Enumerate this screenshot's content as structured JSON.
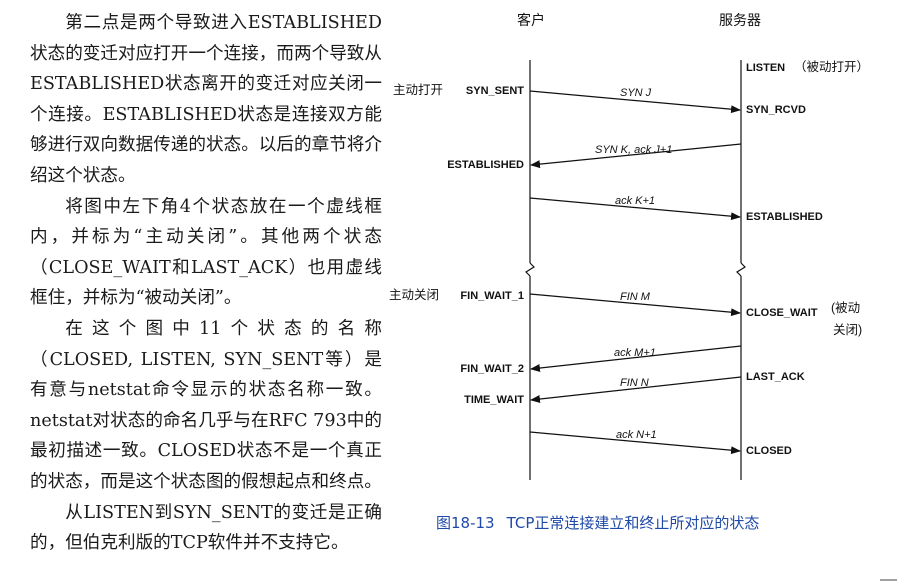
{
  "body_text": {
    "paragraphs": [
      "第二点是两个导致进入ESTABLISHED状态的变迁对应打开一个连接，而两个导致从ESTABLISHED状态离开的变迁对应关闭一个连接。ESTABLISHED状态是连接双方能够进行双向数据传递的状态。以后的章节将介绍这个状态。",
      "将图中左下角4个状态放在一个虚线框内，并标为“主动关闭”。其他两个状态（CLOSE_WAIT和LAST_ACK）也用虚线框住，并标为“被动关闭”。",
      "在这个图中11个状态的名称（CLOSED, LISTEN, SYN_SENT等）是有意与netstat命令显示的状态名称一致。netstat对状态的命名几乎与在RFC 793中的最初描述一致。CLOSED状态不是一个真正的状态，而是这个状态图的假想起点和终点。",
      "从LISTEN到SYN_SENT的变迁是正确的，但伯克利版的TCP软件并不支持它。"
    ]
  },
  "diagram": {
    "client_header": "客户",
    "server_header": "服务器",
    "labels": {
      "active_open": "主动打开",
      "active_close": "主动关闭",
      "passive_open": "（被动打开）",
      "passive_close_1": "(被动",
      "passive_close_2": "关闭)"
    },
    "client_states": {
      "syn_sent": "SYN_SENT",
      "established": "ESTABLISHED",
      "fin_wait_1": "FIN_WAIT_1",
      "fin_wait_2": "FIN_WAIT_2",
      "time_wait": "TIME_WAIT"
    },
    "server_states": {
      "listen": "LISTEN",
      "syn_rcvd": "SYN_RCVD",
      "established": "ESTABLISHED",
      "close_wait": "CLOSE_WAIT",
      "last_ack": "LAST_ACK",
      "closed": "CLOSED"
    },
    "segments": {
      "syn_j": "SYN J",
      "syn_k_ack": "SYN K, ack J+1",
      "ack_k": "ack K+1",
      "fin_m": "FIN M",
      "ack_m": "ack M+1",
      "fin_n": "FIN N",
      "ack_n": "ack N+1"
    }
  },
  "caption": {
    "number": "图18-13",
    "title": "TCP正常连接建立和终止所对应的状态"
  }
}
